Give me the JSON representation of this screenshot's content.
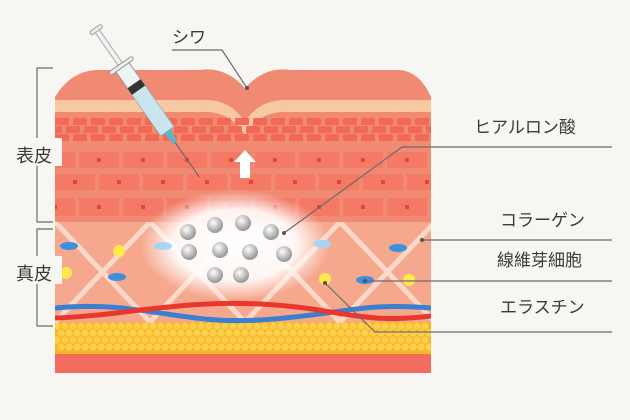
{
  "labels": {
    "wrinkle": "シワ",
    "hyaluronic_acid": "ヒアルロン酸",
    "collagen": "コラーゲン",
    "fibroblast": "線維芽細胞",
    "elastin": "エラスチン",
    "epidermis": "表皮",
    "dermis": "真皮"
  },
  "colors": {
    "background": "#f8f6f3",
    "skin_surface": "#f08a72",
    "skin_cells": "#f47a66",
    "dermis": "#f6a88e",
    "fat": "#f7b52a",
    "artery": "#e8382e",
    "vein": "#3a7fd0",
    "elastin": "#ffe84a",
    "fibroblast": "#3f8fe0"
  }
}
